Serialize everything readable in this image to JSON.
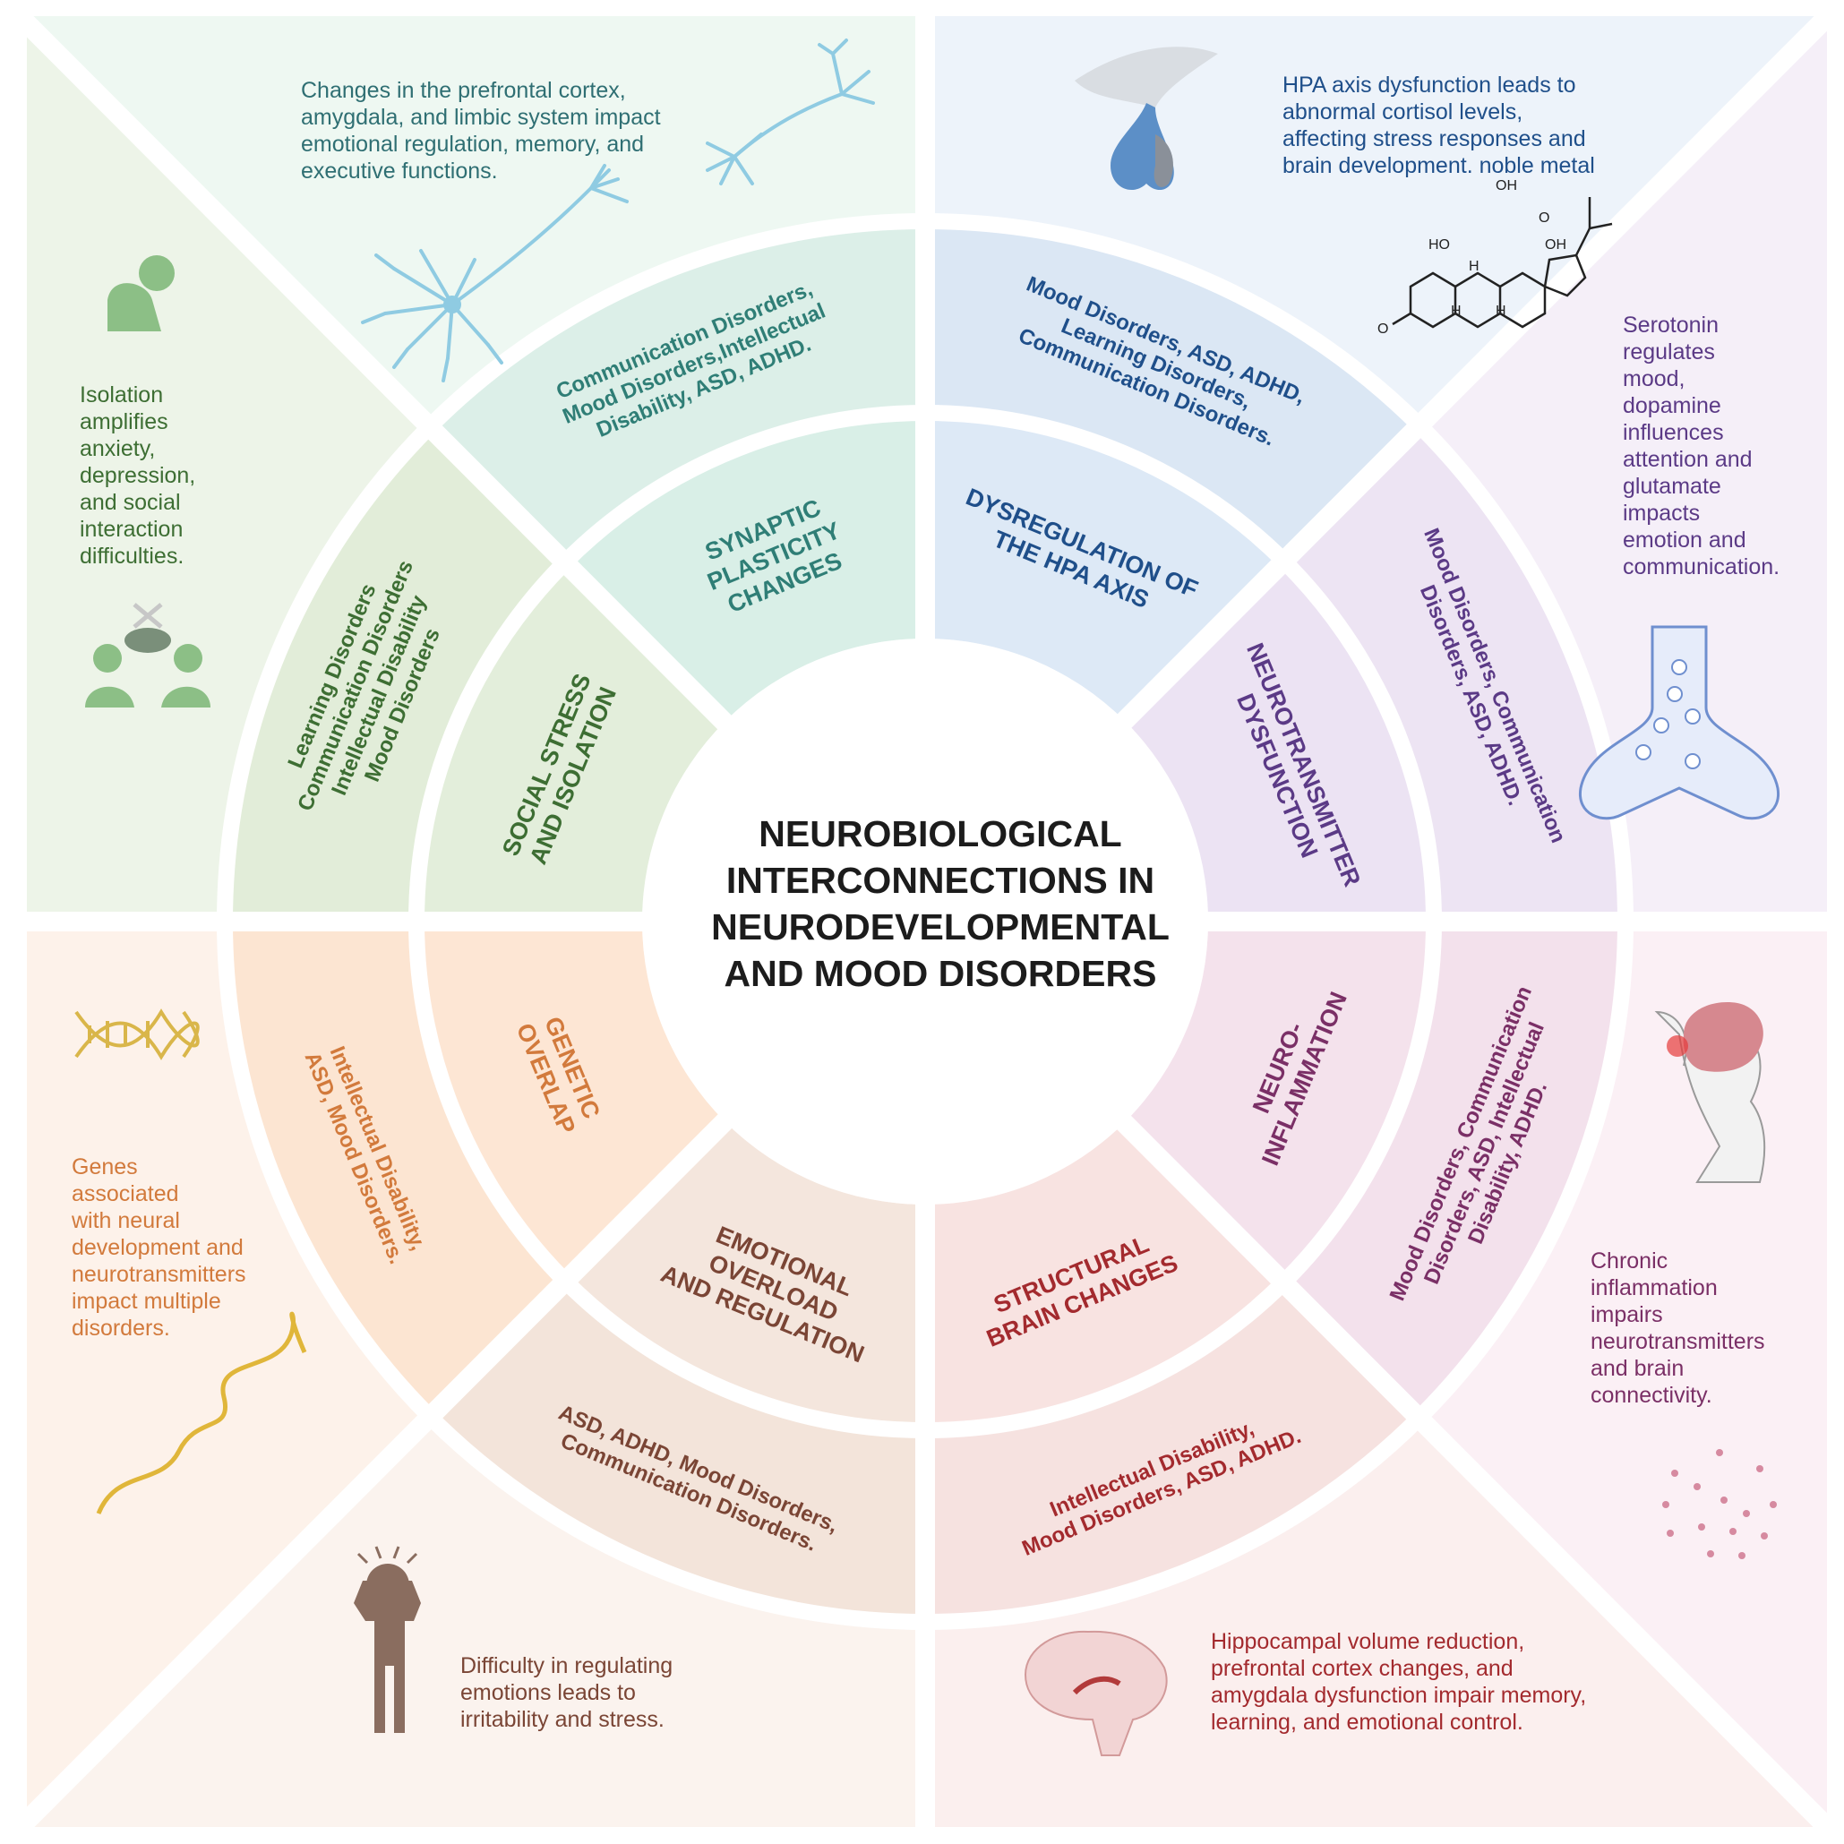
{
  "title": "NEUROBIOLOGICAL INTERCONNECTIONS IN NEURODEVELOPMENTAL AND MOOD DISORDERS",
  "title_lines": [
    "NEUROBIOLOGICAL",
    "INTERCONNECTIONS IN",
    "NEURODEVELOPMENTAL",
    "AND MOOD DISORDERS"
  ],
  "colors": {
    "synaptic": "#2f7e76",
    "hpa": "#1f4f8a",
    "neurotransmitter": "#5b3a86",
    "inflammation": "#7a2f66",
    "structural": "#a32a2e",
    "emotional": "#7a4535",
    "genetic": "#d27a3c",
    "social": "#3d6e33"
  },
  "segments": [
    {
      "id": "synaptic",
      "mechanism": [
        "SYNAPTIC",
        "PLASTICITY",
        "CHANGES"
      ],
      "disorders": [
        "Communication Disorders,",
        "Mood Disorders,Intellectual",
        "Disability, ASD, ADHD."
      ],
      "description": [
        "Changes in the prefrontal cortex,",
        "amygdala, and limbic system impact",
        "emotional regulation, memory, and",
        "executive functions."
      ],
      "icon": "neuron-icon"
    },
    {
      "id": "hpa",
      "mechanism": [
        "DYSREGULATION OF",
        "THE HPA AXIS"
      ],
      "disorders": [
        "Mood Disorders, ASD, ADHD,",
        "Learning Disorders,",
        "Communication Disorders."
      ],
      "description": [
        "HPA axis dysfunction leads to",
        "abnormal cortisol levels,",
        "affecting stress responses and",
        "brain development. noble metal"
      ],
      "icon": "pituitary-gland-icon",
      "molecule_labels": [
        "OH",
        "O",
        "HO",
        "OH",
        "H",
        "H",
        "H",
        "O"
      ]
    },
    {
      "id": "neurotransmitter",
      "mechanism": [
        "NEUROTRANSMITTER",
        "DYSFUNCTION"
      ],
      "disorders": [
        "Mood Disorders, Communication",
        "Disorders, ASD, ADHD."
      ],
      "description": [
        "Serotonin",
        "regulates",
        "mood,",
        "dopamine",
        "influences",
        "attention and",
        "glutamate",
        "impacts",
        "emotion and",
        "communication."
      ],
      "icon": "synapse-icon"
    },
    {
      "id": "inflammation",
      "mechanism": [
        "NEURO-",
        "INFLAMMATION"
      ],
      "disorders": [
        "Mood Disorders, Communication",
        "Disorders, ASD, Intellectual",
        "Disability, ADHD."
      ],
      "description": [
        "Chronic",
        "inflammation",
        "impairs",
        "neurotransmitters",
        "and brain",
        "connectivity."
      ],
      "icon": "inflamed-brain-head-icon"
    },
    {
      "id": "structural",
      "mechanism": [
        "STRUCTURAL",
        "BRAIN CHANGES"
      ],
      "disorders": [
        "Intellectual Disability,",
        "Mood Disorders, ASD, ADHD."
      ],
      "description": [
        "Hippocampal volume reduction,",
        "prefrontal cortex changes, and",
        "amygdala dysfunction impair memory,",
        "learning, and emotional control."
      ],
      "icon": "brain-hippocampus-icon"
    },
    {
      "id": "emotional",
      "mechanism": [
        "EMOTIONAL",
        "OVERLOAD",
        "AND REGULATION"
      ],
      "disorders": [
        "ASD, ADHD, Mood Disorders,",
        "Communication Disorders."
      ],
      "description": [
        "Difficulty in regulating",
        "emotions leads to",
        "irritability and stress."
      ],
      "icon": "stressed-person-icon"
    },
    {
      "id": "genetic",
      "mechanism": [
        "GENETIC",
        "OVERLAP"
      ],
      "disorders": [
        "Intellectual Disability,",
        "ASD, Mood Disorders."
      ],
      "description": [
        "Genes",
        "associated",
        "with neural",
        "development and",
        "neurotransmitters",
        "impact multiple",
        "disorders."
      ],
      "icon": "dna-icon"
    },
    {
      "id": "social",
      "mechanism": [
        "SOCIAL STRESS",
        "AND ISOLATION"
      ],
      "disorders": [
        "Learning Disorders",
        "Communication Disorders",
        "Intellectual Disability",
        "Mood Disorders"
      ],
      "description": [
        "Isolation",
        "amplifies",
        "anxiety,",
        "depression,",
        "and social",
        "interaction",
        "difficulties."
      ],
      "icon": "isolated-person-icon"
    }
  ]
}
